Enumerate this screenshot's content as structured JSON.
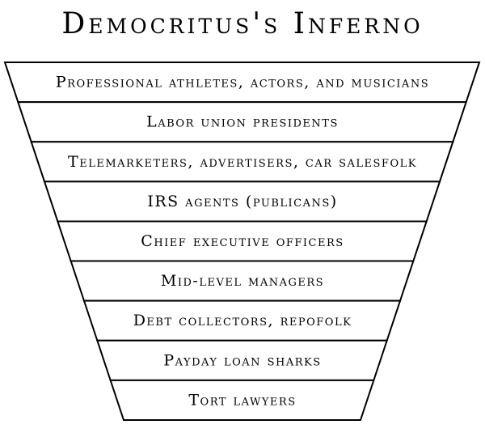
{
  "title": "Democritus's Inferno",
  "levels": [
    "Professional athletes, actors, and musicians",
    "Labor union presidents",
    "Telemarketers, advertisers, car salesfolk",
    "IRS agents (publicans)",
    "Chief executive officers",
    "Mid-level managers",
    "Debt collectors, repofolk",
    "Payday loan sharks",
    "Tort lawyers"
  ],
  "colors": {
    "stroke": "#000000",
    "fill": "#ffffff",
    "text": "#000000"
  }
}
